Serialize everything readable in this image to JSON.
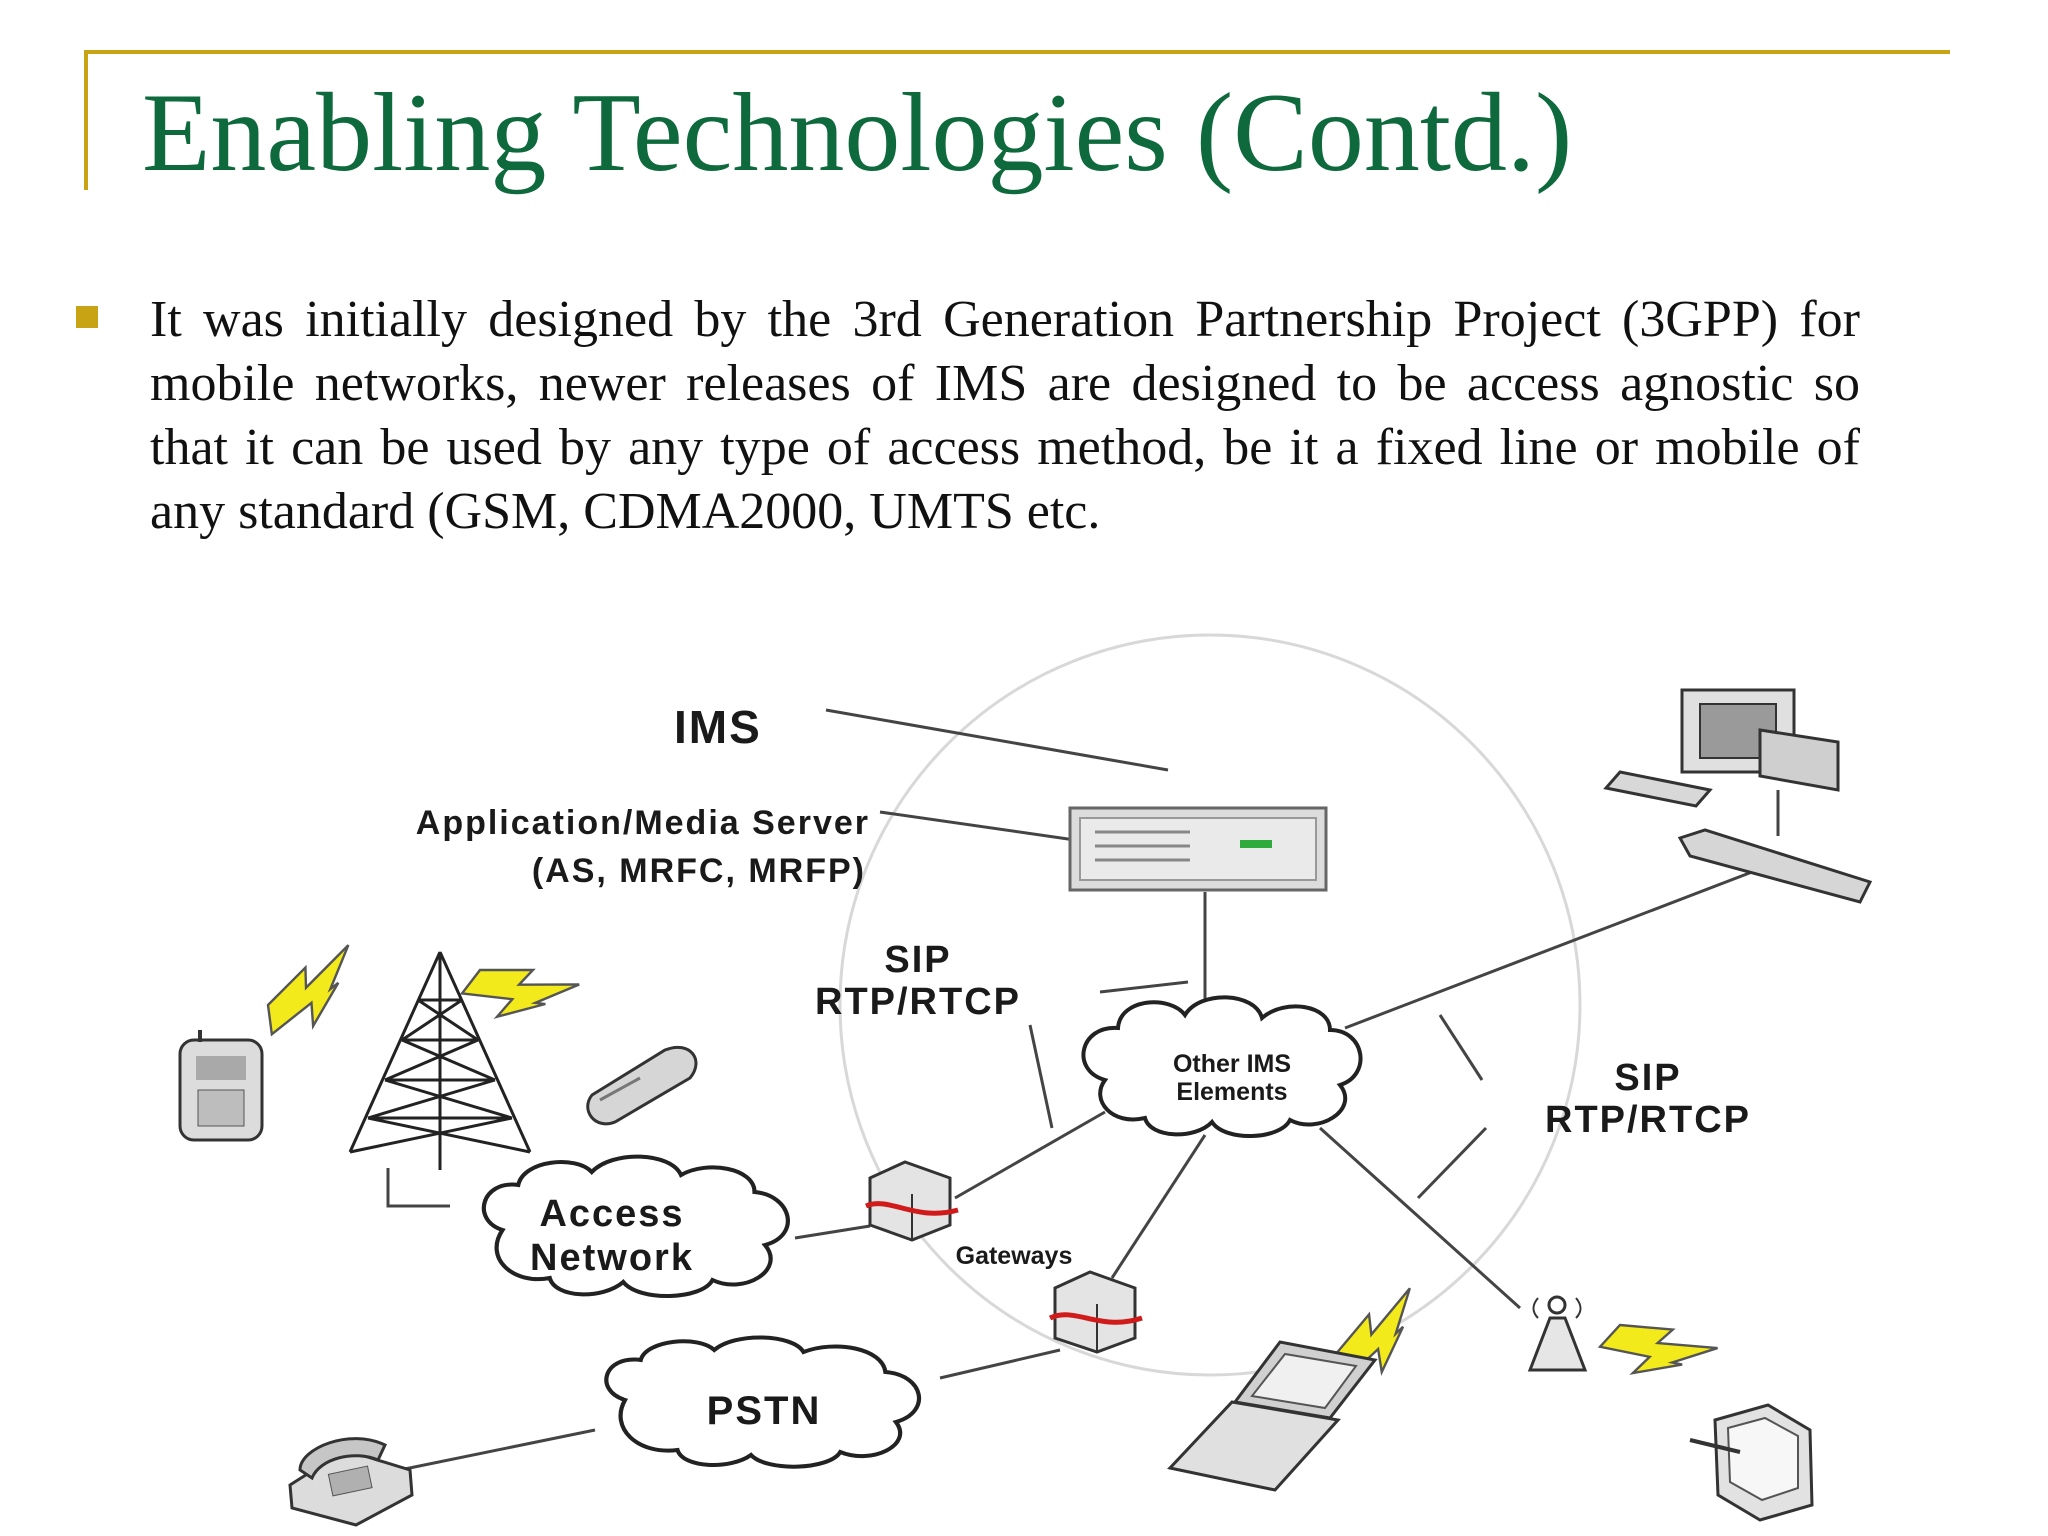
{
  "slide": {
    "title": "Enabling Technologies (Contd.)",
    "bullet": "It was initially designed by the 3rd Generation Partnership Project (3GPP) for mobile networks, newer releases of IMS are designed to be access agnostic so that it can be used by any type of access method, be it a fixed line or mobile of any standard (GSM, CDMA2000, UMTS etc."
  },
  "diagram": {
    "ims_label": "IMS",
    "app_server_line1": "Application/Media Server",
    "app_server_line2": "(AS, MRFC, MRFP)",
    "sip_left_line1": "SIP",
    "sip_left_line2": "RTP/RTCP",
    "sip_right_line1": "SIP",
    "sip_right_line2": "RTP/RTCP",
    "other_ims_line1": "Other IMS",
    "other_ims_line2": "Elements",
    "access_line1": "Access",
    "access_line2": "Network",
    "gateways": "Gateways",
    "pstn": "PSTN"
  },
  "colors": {
    "title": "#0e6a3c",
    "accent": "#c8a415",
    "lightning": "#f2ea1a",
    "gateway_band": "#d11a1a"
  }
}
